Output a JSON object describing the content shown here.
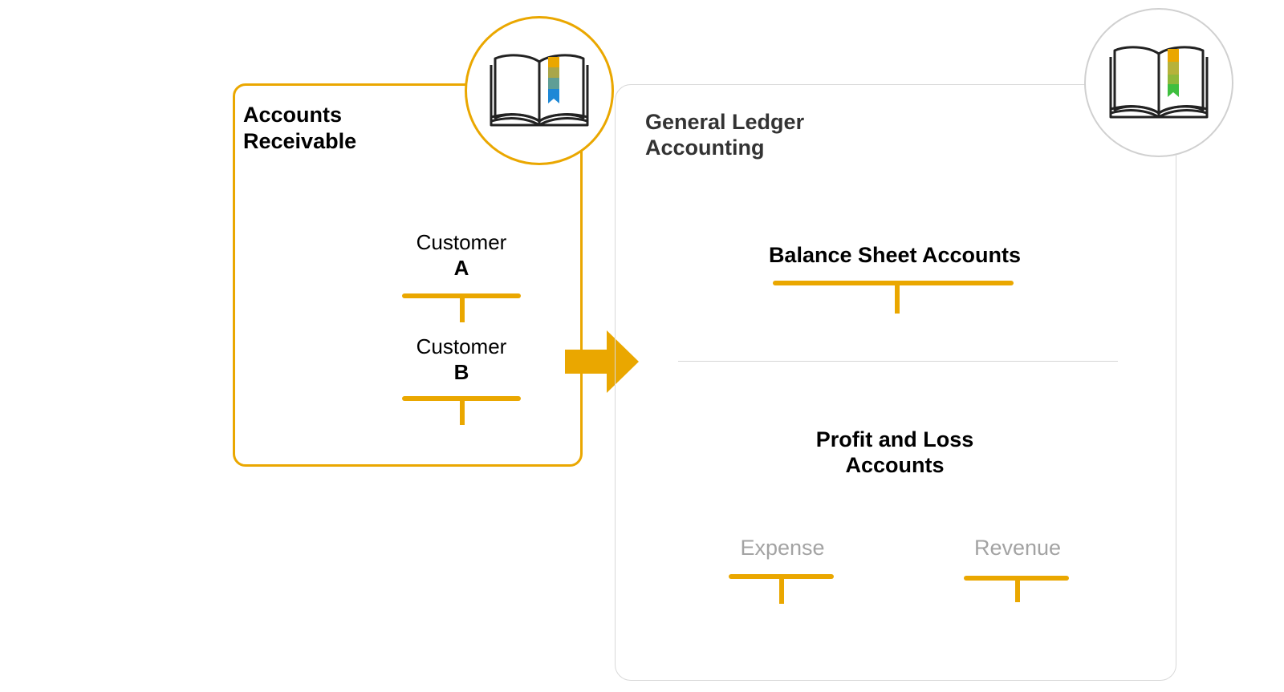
{
  "accounts_receivable": {
    "title_line1": "Accounts",
    "title_line2": "Receivable",
    "customers": [
      {
        "prefix": "Customer",
        "letter": "A"
      },
      {
        "prefix": "Customer",
        "letter": "B"
      }
    ]
  },
  "general_ledger": {
    "title_line1": "General Ledger",
    "title_line2": "Accounting",
    "balance_sheet_label": "Balance Sheet Accounts",
    "profit_loss_line1": "Profit and Loss",
    "profit_loss_line2": "Accounts",
    "expense_label": "Expense",
    "revenue_label": "Revenue"
  },
  "icons": {
    "ar_book": "book-icon",
    "gl_book": "book-icon",
    "flow_arrow": "arrow-right-icon"
  },
  "colors": {
    "accent": "#eaa700",
    "neutral_border": "#d8d8d8",
    "muted_text": "#a3a3a3"
  }
}
